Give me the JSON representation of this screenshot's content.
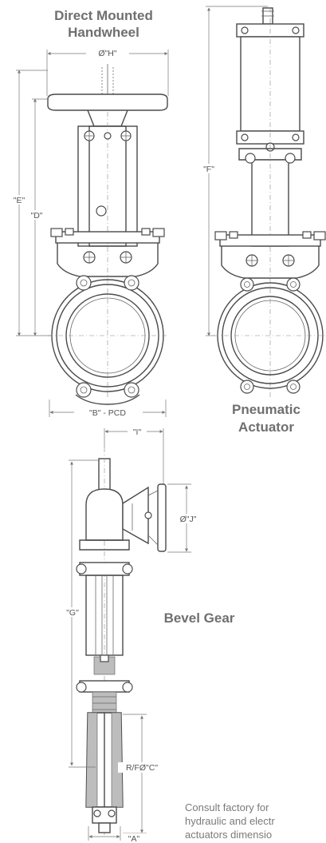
{
  "views": {
    "handwheel": {
      "title_line1": "Direct Mounted",
      "title_line2": "Handwheel"
    },
    "pneumatic": {
      "title_line1": "Pneumatic",
      "title_line2": "Actuator"
    },
    "bevel": {
      "title": "Bevel Gear"
    }
  },
  "dimensions": {
    "H": "Ø\"H\"",
    "E": "\"E\"",
    "D": "\"D\"",
    "B": "\"B\" - PCD",
    "F": "\"F\"",
    "I": "\"I\"",
    "J": "Ø\"J\"",
    "G": "\"G\"",
    "C": "R/FØ\"C\"",
    "A": "\"A\""
  },
  "footnote": {
    "line1": "Consult factory for",
    "line2": "hydraulic and electr",
    "line3": "actuators dimensio"
  },
  "colors": {
    "line": "#4a4a4a",
    "text": "#6f6f6f",
    "shade": "#bdbdbd"
  }
}
